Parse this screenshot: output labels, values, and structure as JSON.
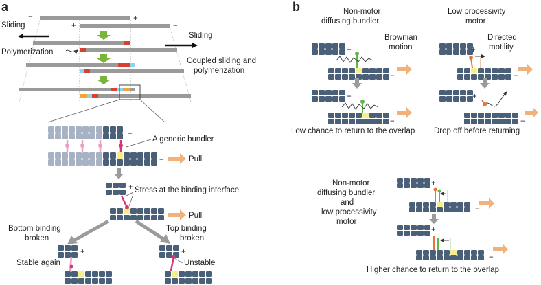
{
  "panels": {
    "a": "a",
    "b": "b"
  },
  "panel_a": {
    "sliding_left": "Sliding",
    "sliding_right": "Sliding",
    "polymerization": "Polymerization",
    "coupled_1": "Coupled sliding and",
    "coupled_2": "polymerization",
    "generic_bundler": "A generic bundler",
    "pull_1": "Pull",
    "stress": "Stress at the binding interface",
    "pull_2": "Pull",
    "bottom_1": "Bottom binding",
    "bottom_2": "broken",
    "top_1": "Top binding",
    "top_2": "broken",
    "stable": "Stable again",
    "unstable": "Unstable"
  },
  "panel_b": {
    "nonmotor_1": "Non-motor",
    "nonmotor_2": "diffusing bundler",
    "lowproc_1": "Low processivity",
    "lowproc_2": "motor",
    "brownian_1": "Brownian",
    "brownian_2": "motion",
    "directed_1": "Directed",
    "directed_2": "motility",
    "low_chance": "Low chance to return to the overlap",
    "drop_off": "Drop off before returning",
    "combo_1": "Non-motor",
    "combo_2": "diffusing bundler",
    "combo_3": "and",
    "combo_4": "low processivity",
    "combo_5": "motor",
    "higher_chance": "Higher chance to return to the overlap"
  },
  "signs": {
    "plus": "+",
    "minus": "−"
  },
  "colors": {
    "tubulin": "#4a5f78",
    "tubulin_light": "#a7b3c4",
    "rod": "#9a9a9a",
    "arrow_green": "#7bb43a",
    "arrow_orange": "#f0b27a",
    "arrow_gray": "#9b9b9b",
    "red": "#d8412f",
    "light_blue": "#8fd3f0",
    "orange_seg": "#f2a43a",
    "yellow": "#f4ee8c",
    "pink": "#d6357a",
    "pink_light": "#ef9cc4",
    "green": "#5cb848",
    "motor_orange": "#e8743a"
  }
}
